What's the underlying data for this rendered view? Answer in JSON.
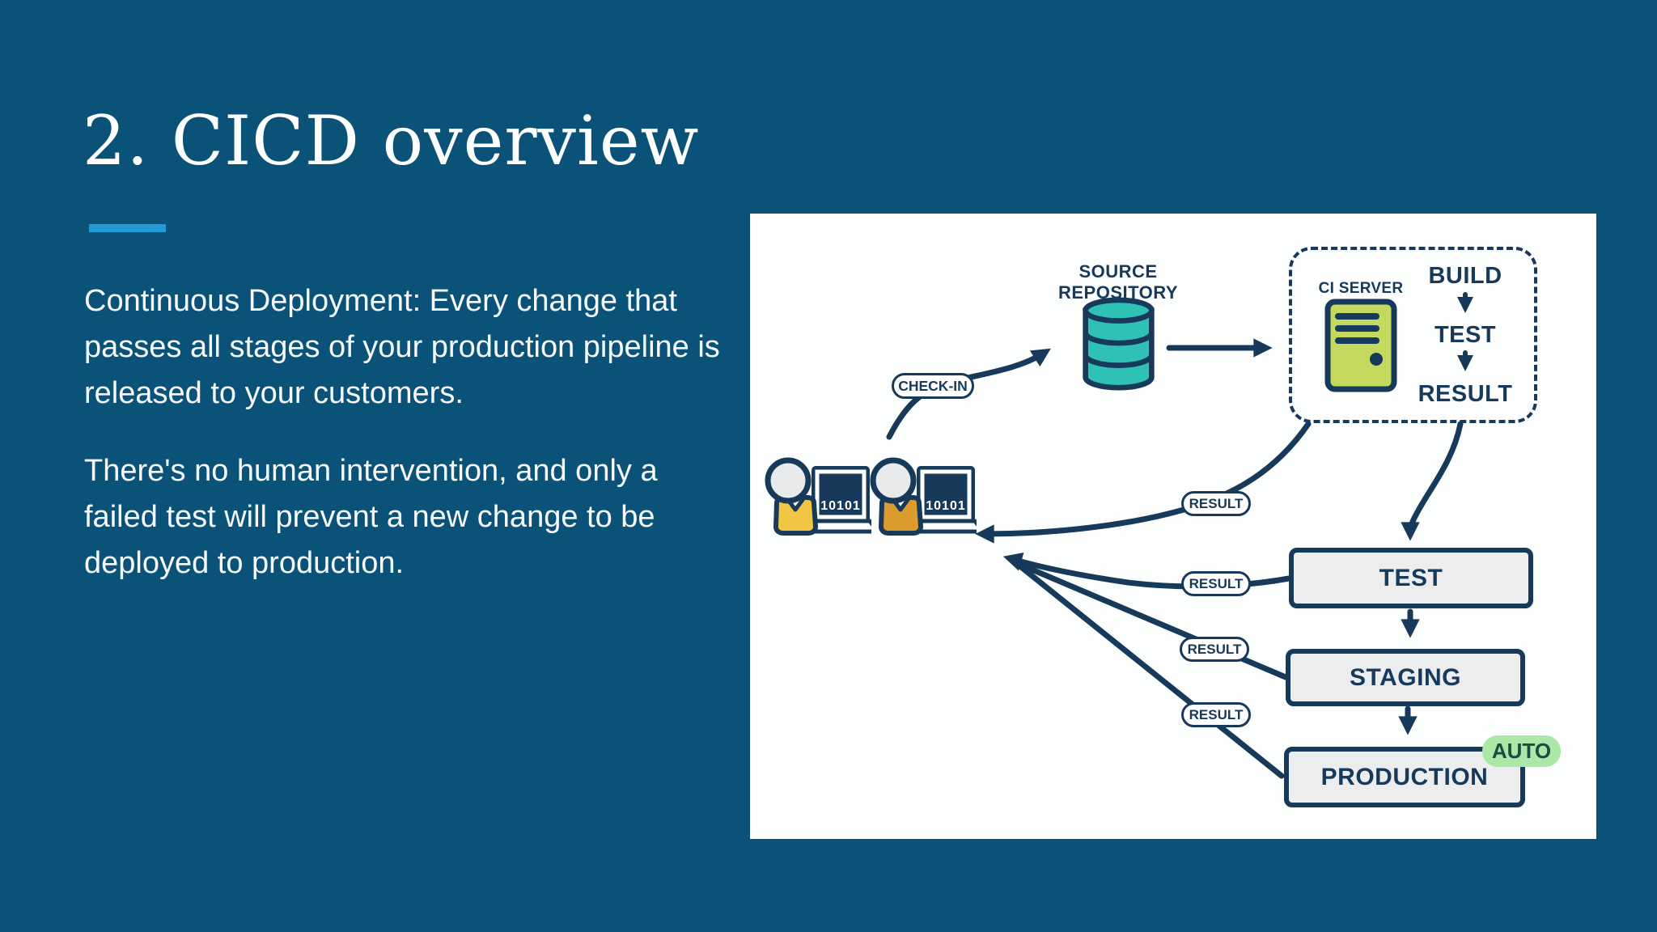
{
  "slide": {
    "title": "2. CICD overview",
    "paragraph_1": "Continuous Deployment: Every change that passes all stages of your production pipeline is released to your customers.",
    "paragraph_2": "There's no human intervention, and only a failed test will prevent a new change to be deployed to production."
  },
  "diagram": {
    "source_repository": {
      "line1": "SOURCE",
      "line2": "REPOSITORY"
    },
    "check_in": "CHECK-IN",
    "ci_server": "CI SERVER",
    "pipeline": {
      "build": "BUILD",
      "test": "TEST",
      "result": "RESULT"
    },
    "stages": {
      "test": "TEST",
      "staging": "STAGING",
      "production": "PRODUCTION"
    },
    "results": [
      "RESULT",
      "RESULT",
      "RESULT",
      "RESULT"
    ],
    "auto_badge": "AUTO",
    "laptop_code": "10101",
    "colors": {
      "background": "#0B5278",
      "accent_bar": "#2499D8",
      "navy": "#17395A",
      "teal": "#2FC1B6",
      "server_green": "#C5D95F",
      "auto_green_bg": "#A9E8A6",
      "auto_green_text": "#1C4B40",
      "dev1_shirt": "#F2C643",
      "dev2_shirt": "#DC9B2D",
      "box_fill": "#EBEDEE",
      "panel": "#FDFEFE"
    }
  }
}
